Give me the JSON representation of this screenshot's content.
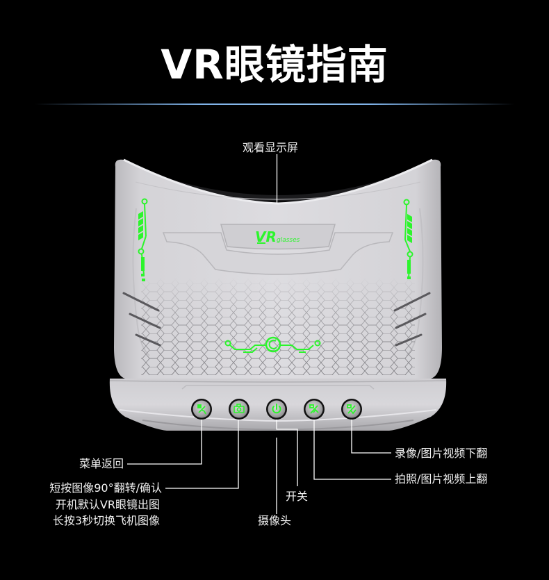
{
  "header": {
    "title": "VR眼镜指南"
  },
  "device": {
    "logo_text": "VR",
    "logo_subtext": "glasses",
    "accent_color": "#2cf52c",
    "body_color": "#d3d2d6",
    "buttons": [
      {
        "id": "menu-back",
        "icon": "menu-back-icon"
      },
      {
        "id": "camera",
        "icon": "camera-icon"
      },
      {
        "id": "power",
        "icon": "power-icon"
      },
      {
        "id": "photo-page-up",
        "icon": "photo-page-up-icon"
      },
      {
        "id": "record-page-down",
        "icon": "record-page-down-icon"
      }
    ]
  },
  "annotations": {
    "screen": "观看显示屏",
    "menu_back": "菜单返回",
    "camera_button": {
      "line1": "短按图像90°翻转/确认",
      "line2": "开机默认VR眼镜出图",
      "line3": "长按3秒切换飞机图像"
    },
    "power": "开关",
    "camera_lens": "摄像头",
    "record_page_down": "录像/图片视频下翻",
    "photo_page_up": "拍照/图片视频上翻"
  }
}
